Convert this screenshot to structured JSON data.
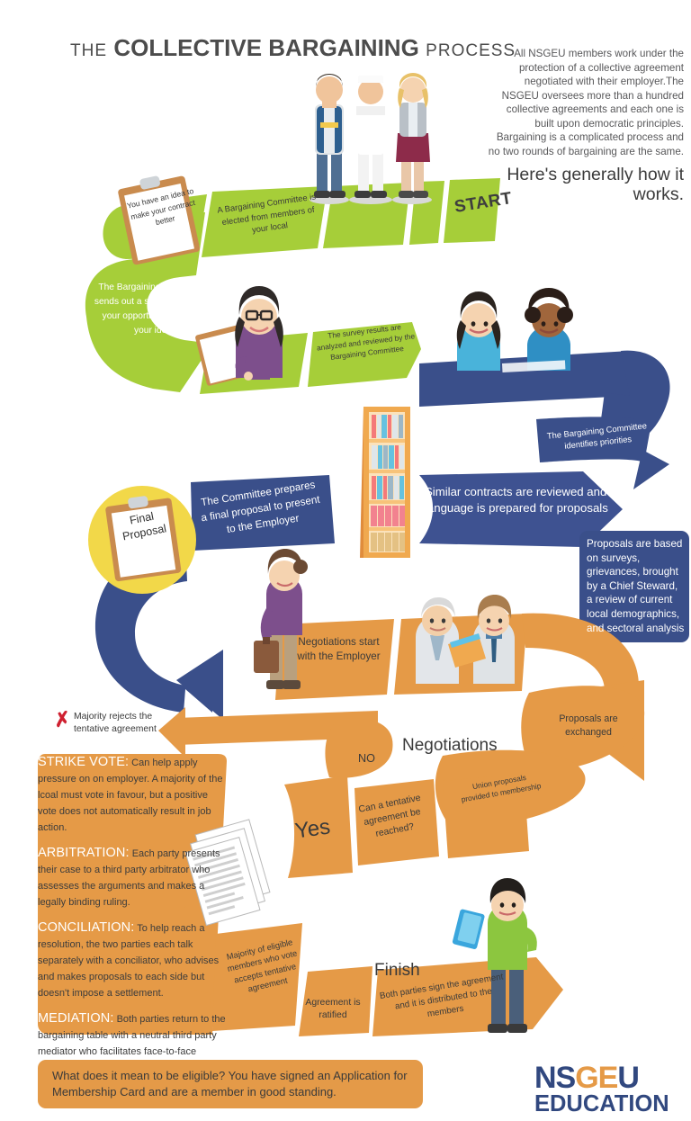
{
  "title": {
    "pre": "THE",
    "main": "COLLECTIVE BARGAINING",
    "post": "PROCESS"
  },
  "intro": {
    "body": "All NSGEU members work under the protection of a collective agreement negotiated with their employer.The NSGEU oversees more than a hundred collective agreements and each one is built upon democratic principles. Bargaining is a complicated process and no two rounds of bargaining are the same.",
    "tagline": "Here's generally how it works."
  },
  "steps": {
    "start": "START",
    "idea": "You have an idea to make your contract better",
    "committee_elected": "A Bargaining Committee is elected from members of your local",
    "survey_sent": "The Bargaining Committee sends out a survey , which is your opportunity to share your idea",
    "survey_results": "The survey results are analyzed and reviewed by the Bargaining Committee",
    "identifies_priorities": "The Bargaining Committee identifies priorities",
    "similar_contracts": "Similar contracts are reviewed and language is prepared for proposals",
    "proposals_based_on": "Proposals are based on surveys, grievances, brought by a Chief Steward, a review of current local demographics, and sectoral analysis",
    "committee_prepares": "The Committee prepares a final proposal to present to the Employer",
    "final_proposal_clipboard": "Final Proposal",
    "negotiations_start": "Negotiations start with the Employer",
    "proposals_exchanged": "Proposals are exchanged",
    "union_proposals": "Union proposals provided to membership",
    "negotiations_label": "Negotiations",
    "decision_no": "NO",
    "decision_yes": "Yes",
    "decision_question": "Can a tentative agreement be reached?",
    "majority_rejects": "Majority rejects the tentative agreement",
    "x_mark": "✗",
    "majority_eligible": "Majority of eligible members who vote accepts tentative agreement",
    "agreement_ratified": "Agreement is ratified",
    "both_parties_sign": "Both parties sign the agreement and it is distributed to the members",
    "finish_label": "Finish"
  },
  "info_panel": [
    {
      "heading": "STRIKE VOTE:",
      "text": " Can help apply pressure on on employer. A majority of the lcoal must vote in favour, but a positive vote does not automatically result in job action."
    },
    {
      "heading": "ARBITRATION:",
      "text": " Each party presents their case to a third party arbitrator who assesses the arguments and makes a legally binding ruling."
    },
    {
      "heading": "CONCILIATION:",
      "text": " To help reach a resolution, the two parties each talk separately with a conciliator, who advises and makes proposals to each side but doesn't impose a settlement."
    },
    {
      "heading": "MEDIATION:",
      "text": " Both parties return to the bargaining table with a neutral third party mediator who facilitates face-to-face discussion but doesn't impose a settlement.."
    }
  ],
  "footer_note": "What does it mean to be eligible? You have signed an Application for Membership Card and are a member in good standing.",
  "logo": {
    "ns": "NS",
    "ge": "GE",
    "u": "U",
    "sub": "EDUCATION"
  },
  "colors": {
    "green": "#a6ce39",
    "navy": "#3a4f8a",
    "orange": "#e59a47",
    "yellow": "#f2d849",
    "brand_blue": "#31487f",
    "brand_orange": "#e59a47",
    "x_red": "#cf2030"
  },
  "icons": [
    "clipboard-icon",
    "bookshelf-icon",
    "documents-icon",
    "x-mark-icon",
    "person-icon"
  ]
}
